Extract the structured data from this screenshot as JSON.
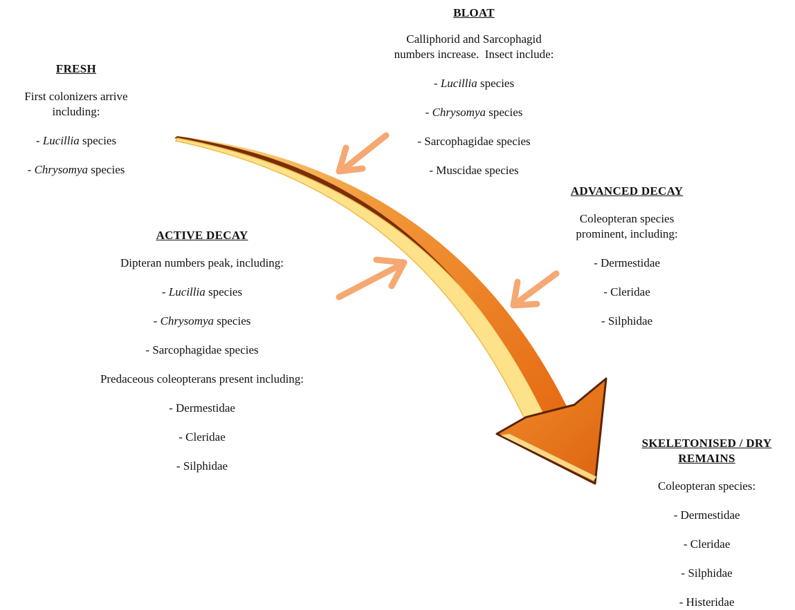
{
  "stages": {
    "fresh": {
      "title": "FRESH",
      "description_lines": [
        "First colonizers arrive",
        "including:"
      ],
      "items": [
        {
          "prefix": "- ",
          "genus": "Lucillia",
          "suffix": " species"
        },
        {
          "prefix": "- ",
          "genus": "Chrysomya",
          "suffix": " species"
        }
      ]
    },
    "bloat": {
      "title": "BLOAT",
      "description_lines": [
        "Calliphorid and Sarcophagid",
        "numbers increase.  Insect include:"
      ],
      "items": [
        {
          "prefix": "- ",
          "genus": "Lucillia",
          "suffix": " species"
        },
        {
          "prefix": "- ",
          "genus": "Chrysomya",
          "suffix": " species"
        },
        {
          "prefix": "- ",
          "genus": "",
          "suffix": "Sarcophagidae species"
        },
        {
          "prefix": "- ",
          "genus": "",
          "suffix": "Muscidae species"
        }
      ]
    },
    "advanced_decay": {
      "title": "ADVANCED DECAY",
      "description_lines": [
        "Coleopteran species",
        "prominent, including:"
      ],
      "items": [
        {
          "prefix": "- ",
          "genus": "",
          "suffix": "Dermestidae"
        },
        {
          "prefix": "- ",
          "genus": "",
          "suffix": "Cleridae"
        },
        {
          "prefix": "- ",
          "genus": "",
          "suffix": "Silphidae"
        }
      ]
    },
    "active_decay": {
      "title": "ACTIVE DECAY",
      "description_lines": [
        "Dipteran numbers peak, including:"
      ],
      "items": [
        {
          "prefix": "- ",
          "genus": "Lucillia",
          "suffix": " species"
        },
        {
          "prefix": "- ",
          "genus": "Chrysomya",
          "suffix": " species"
        },
        {
          "prefix": "- ",
          "genus": "",
          "suffix": "Sarcophagidae species"
        }
      ],
      "sub_description": "Predaceous coleopterans present including:",
      "sub_items": [
        {
          "prefix": "- ",
          "genus": "",
          "suffix": "Dermestidae"
        },
        {
          "prefix": "- ",
          "genus": "",
          "suffix": "Cleridae"
        },
        {
          "prefix": "- ",
          "genus": "",
          "suffix": "Silphidae"
        }
      ]
    },
    "skeletonised": {
      "title_lines": [
        "SKELETONISED / DRY",
        "REMAINS"
      ],
      "description_lines": [
        "Coleopteran species:"
      ],
      "items": [
        {
          "prefix": "- ",
          "genus": "",
          "suffix": "Dermestidae"
        },
        {
          "prefix": "- ",
          "genus": "",
          "suffix": "Cleridae"
        },
        {
          "prefix": "- ",
          "genus": "",
          "suffix": "Silphidae"
        },
        {
          "prefix": "- ",
          "genus": "",
          "suffix": "Histeridae"
        }
      ]
    }
  },
  "colors": {
    "main_arrow_orange": "#ee7d22",
    "main_arrow_dark": "#b34a0c",
    "main_arrow_highlight": "#fde28a",
    "pointer_arrow": "#f6a872",
    "text": "#111111"
  }
}
